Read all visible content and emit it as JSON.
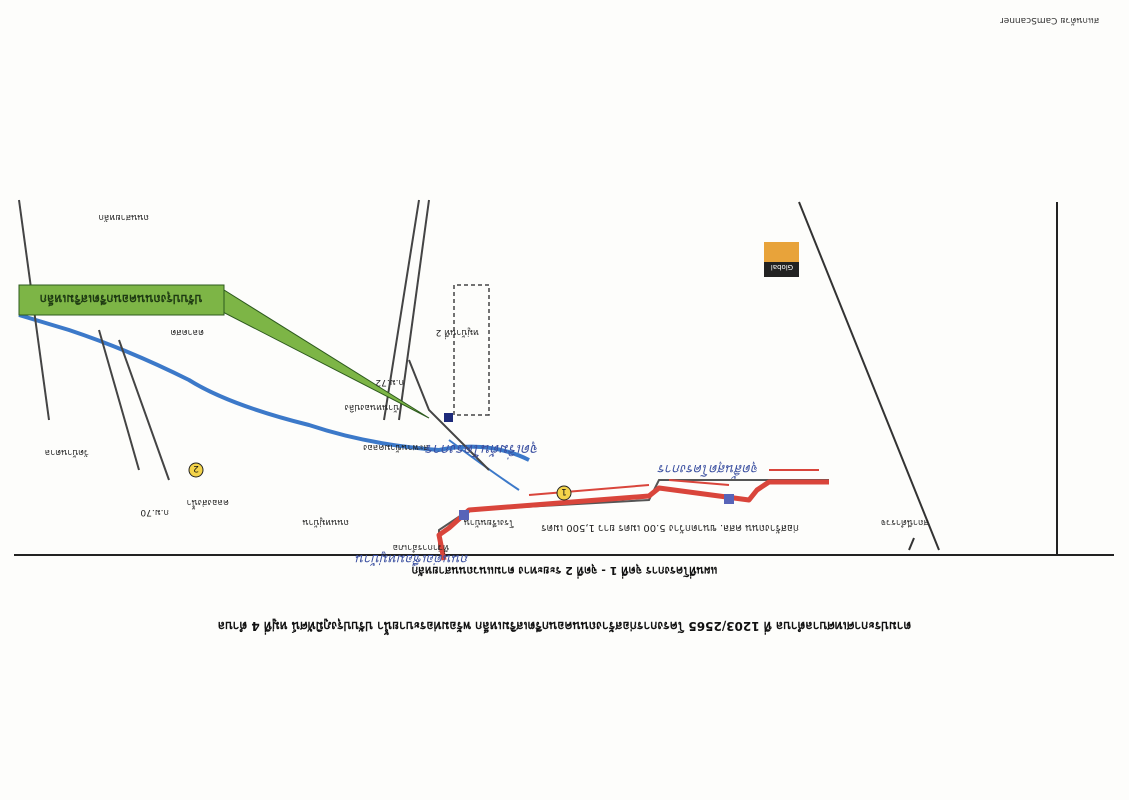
{
  "scanner_watermark": "สแกนด้วย CamScanner",
  "caption": {
    "line1": "ตามประกาศเทศบาลตำบล ที่ 1203/2565 โครงการก่อสร้างถนนคอนกรีตเสริมเหล็ก พร้อมท่อระบายน้ำ ปรับปรุงภูมิทัศน์ หมู่ที่ 4 ตำบล",
    "line2": "แผนที่โครงการ จุดที่ 1 - จุดที่ 2 ระยะทาง ตามแนวถนนสายหลัก"
  },
  "legend_box": {
    "text": "ปรับปรุงถนนคอนกรีตเสริมเหล็ก",
    "color": "#7db546"
  },
  "logo_badge": {
    "text": "Global",
    "color": "#e8a33a"
  },
  "places": {
    "school": "โรงเรียนบ้าน",
    "temple": "วัดบ้านตาล",
    "village2": "หมู่บ้านที่ 2",
    "market": "ตลาดสด",
    "village_center": "บ้านหนองปลิง",
    "km72": "ก.ม.72",
    "km70": "ก.ม.70",
    "bridge": "สะพานข้ามคลอง",
    "office": "ที่ว่าการอำเภอ",
    "canal": "คลองส่งน้ำ",
    "road_main": "ถนนสายหลัก",
    "road_side": "ถนนหมู่บ้าน",
    "police": "สถานีตำรวจ"
  },
  "markers": {
    "point1": "1",
    "point2": "2"
  },
  "annotations": {
    "start_note": "จุดเริ่มต้นโครงการ",
    "end_note": "จุดสิ้นสุดโครงการ",
    "route_note": "ก่อสร้างถนน คสล. ขนาดกว้าง 5.00 เมตร ยาว 1,500 เมตร",
    "branch_note": "ถนนต่อเชื่อมหมู่บ้าน"
  },
  "colors": {
    "route": "#d9453b",
    "water": "#3c79c9",
    "land": "#7db546",
    "road": "#555555"
  }
}
